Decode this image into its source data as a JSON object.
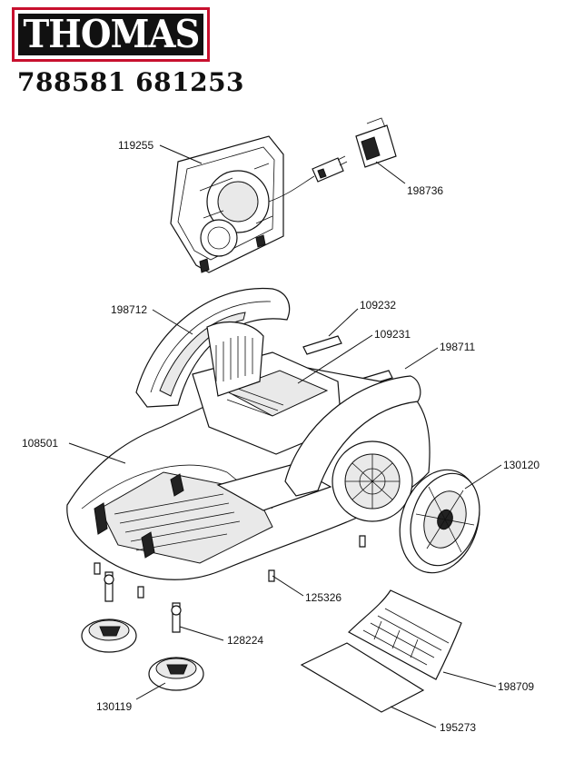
{
  "brand": {
    "logo_text": "THOMAS",
    "border_color": "#c8102e"
  },
  "model_numbers": "788581 681253",
  "labels": {
    "p119255": "119255",
    "p198736": "198736",
    "p198712": "198712",
    "p109232": "109232",
    "p109231": "109231",
    "p198711": "198711",
    "p108501": "108501",
    "p130120": "130120",
    "p125326": "125326",
    "p128224": "128224",
    "p130119": "130119",
    "p198709": "198709",
    "p195273": "195273"
  }
}
